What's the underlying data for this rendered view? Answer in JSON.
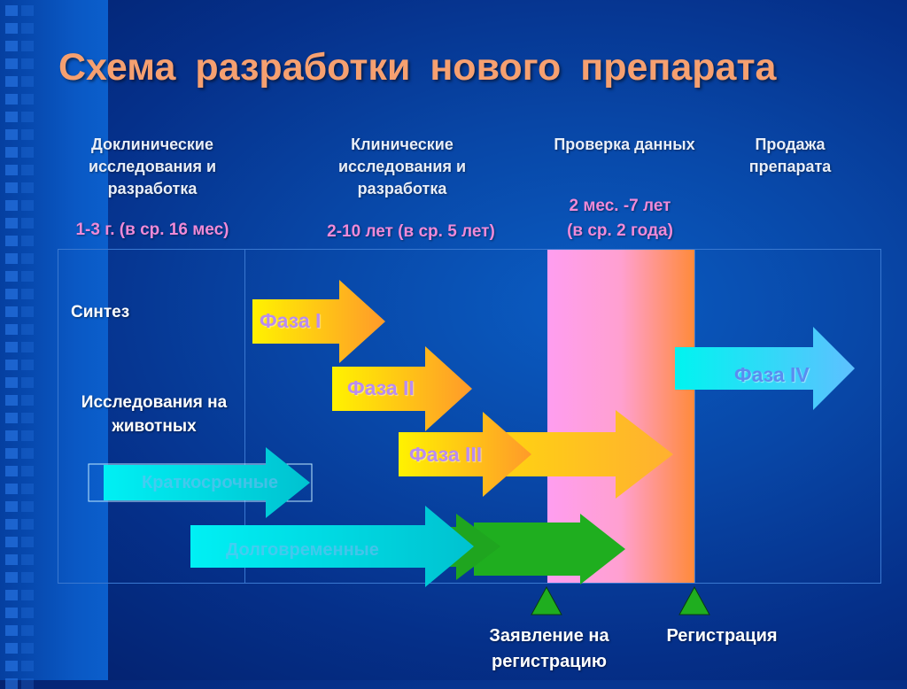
{
  "title": "Схема  разработки  нового  препарата",
  "stages": [
    {
      "label": "Доклинические исследования и разработка",
      "duration": "1-3 г. (в ср. 16 мес)"
    },
    {
      "label": "Клинические исследования и разработка",
      "duration": "2-10 лет (в ср. 5 лет)"
    },
    {
      "label": "Проверка данных",
      "duration_line1": "2 мес. -7 лет",
      "duration_line2": "(в ср. 2 года)"
    },
    {
      "label": "Продажа препарата"
    }
  ],
  "preclinical": {
    "synthesis": "Синтез",
    "animal_studies": "Исследования на животных"
  },
  "phases": {
    "phase1": "Фаза I",
    "phase2": "Фаза II",
    "phase3": "Фаза III",
    "phase4": "Фаза IV"
  },
  "animal_tests": {
    "short_term": "Краткосрочные",
    "long_term": "Долговременные"
  },
  "milestones": {
    "application": "Заявление на регистрацию",
    "registration": "Регистрация"
  },
  "colors": {
    "title": "#f6a070",
    "duration_text": "#f08ad8",
    "review_band_start": "#ff9ef0",
    "review_band_end": "#ff8a3a",
    "clinical_arrow_start": "#fff200",
    "clinical_arrow_end": "#ff9a2a",
    "preclinical_arrow": "#00e5f0",
    "green_arrow": "#1fae1f",
    "milestone_triangle": "#1fae1f"
  }
}
